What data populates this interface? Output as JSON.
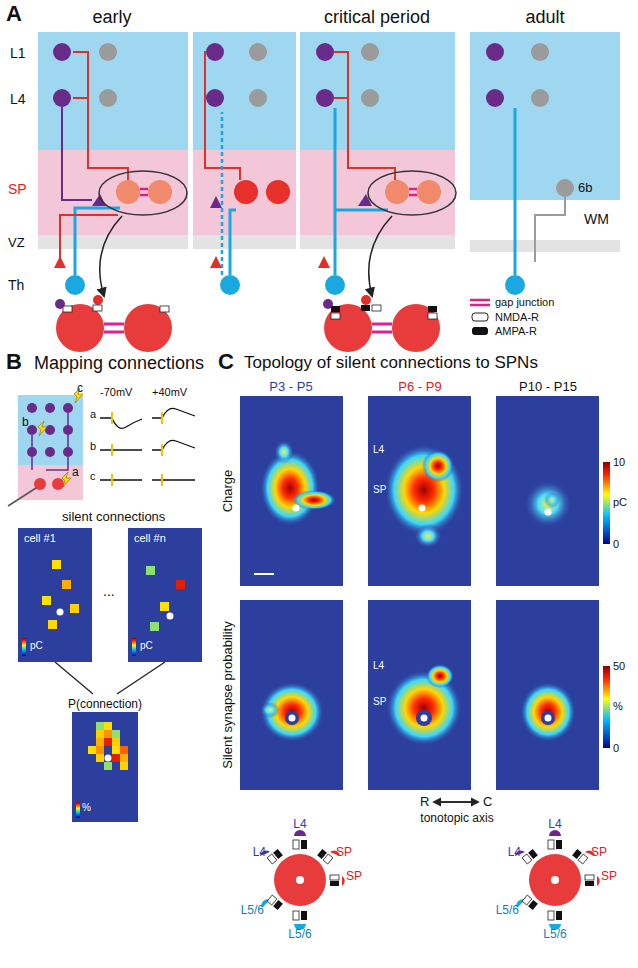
{
  "diagram": {
    "nodes": [
      {
        "text": [
          "cell #1",
          "pC"
        ]
      },
      {
        "text": [
          "cell #n",
          "pC"
        ]
      },
      {
        "text": [
          "P(connection)",
          "%"
        ]
      },
      {
        "text": [
          "L4",
          "SP"
        ]
      },
      {
        "text": [
          "L4",
          "SP"
        ]
      }
    ],
    "edges": [
      {
        "from": 0,
        "to": 2,
        "arrow": "none"
      },
      {
        "from": 1,
        "to": 2,
        "arrow": "none"
      }
    ],
    "labels": [
      "A",
      "early",
      "critical period",
      "adult",
      "L1",
      "L4",
      "SP",
      "VZ",
      "Th",
      "6b",
      "WM",
      "B",
      "Mapping connections",
      "c",
      "b",
      "a",
      "-70mV",
      "+40mV",
      "a",
      "b",
      "c",
      "silent connections",
      "...",
      "C",
      "Topology of silent connections to SPNs",
      "P3 - P5",
      "P6 - P9",
      "P10 - P15",
      "Charge",
      "Silent synapse probability",
      "10",
      "pC",
      "0",
      "50",
      "%",
      "0",
      "R",
      "C",
      "tonotopic axis",
      "L4",
      "L4",
      "SP",
      "SP",
      "L5/6",
      "L5/6",
      "L4",
      "L4",
      "SP",
      "SP",
      "L5/6",
      "L5/6"
    ],
    "legend": [
      {
        "text": "gap junction"
      },
      {
        "text": "NMDA-R"
      },
      {
        "text": "AMPA-R"
      }
    ]
  }
}
